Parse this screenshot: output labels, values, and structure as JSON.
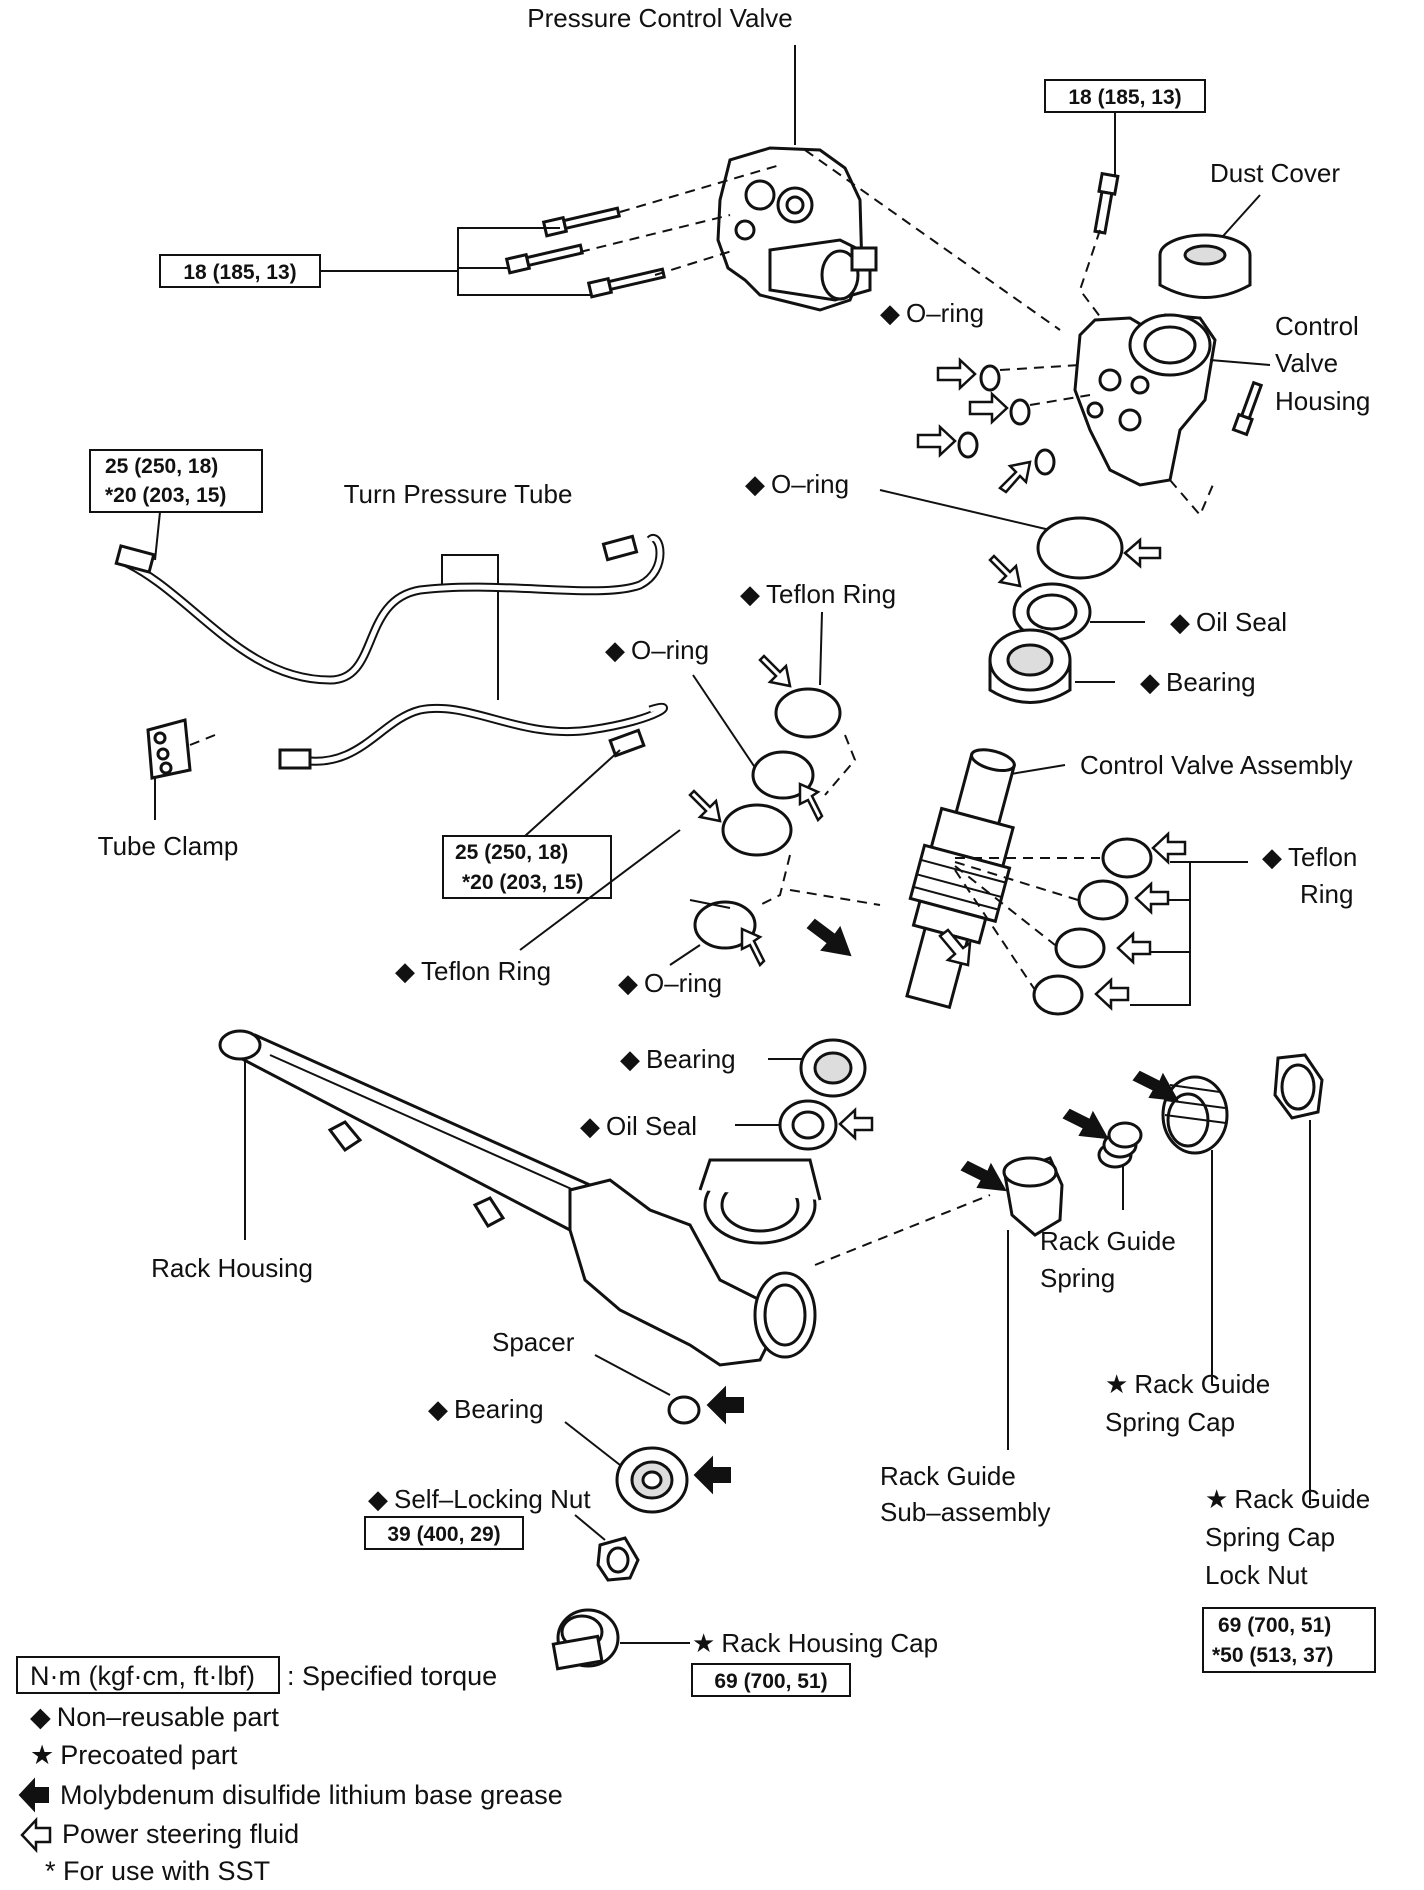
{
  "labels": {
    "pressure_control_valve": "Pressure Control Valve",
    "dust_cover": "Dust Cover",
    "control_valve_housing": [
      "Control",
      "Valve",
      "Housing"
    ],
    "o_ring": "O–ring",
    "turn_pressure_tube": "Turn Pressure Tube",
    "teflon_ring": "Teflon Ring",
    "teflon_ring_split": [
      "Teflon",
      "Ring"
    ],
    "oil_seal": "Oil Seal",
    "bearing": "Bearing",
    "control_valve_assembly": "Control Valve Assembly",
    "tube_clamp": "Tube Clamp",
    "rack_housing": "Rack Housing",
    "rack_guide_spring": [
      "Rack Guide",
      "Spring"
    ],
    "rack_guide_spring_cap": [
      "Rack Guide",
      "Spring Cap"
    ],
    "rack_guide_spring_cap_lock_nut": [
      "Rack Guide",
      "Spring Cap",
      "Lock Nut"
    ],
    "rack_guide_sub_assembly": [
      "Rack Guide",
      "Sub–assembly"
    ],
    "spacer": "Spacer",
    "self_locking_nut": "Self–Locking Nut",
    "rack_housing_cap": "Rack Housing Cap"
  },
  "torques": {
    "pcv_bolts": "18 (185, 13)",
    "housing_bolt": "18 (185, 13)",
    "tube_left_1": "25 (250, 18)",
    "tube_left_2": "*20 (203, 15)",
    "tube_mid_1": "25 (250, 18)",
    "tube_mid_2": "*20 (203, 15)",
    "self_locking_nut": "39 (400, 29)",
    "rack_housing_cap": "69 (700, 51)",
    "lock_nut_1": "69 (700, 51)",
    "lock_nut_2": "*50 (513, 37)"
  },
  "symbols": {
    "diamond": "◆",
    "star": "★"
  },
  "legend": {
    "unit_box": "N·m (kgf·cm, ft·lbf)",
    "specified_torque": ": Specified torque",
    "non_reusable": "Non–reusable part",
    "precoated": "Precoated part",
    "moly_grease": "Molybdenum disulfide lithium base grease",
    "ps_fluid": "Power steering fluid",
    "sst": "* For use with SST"
  }
}
